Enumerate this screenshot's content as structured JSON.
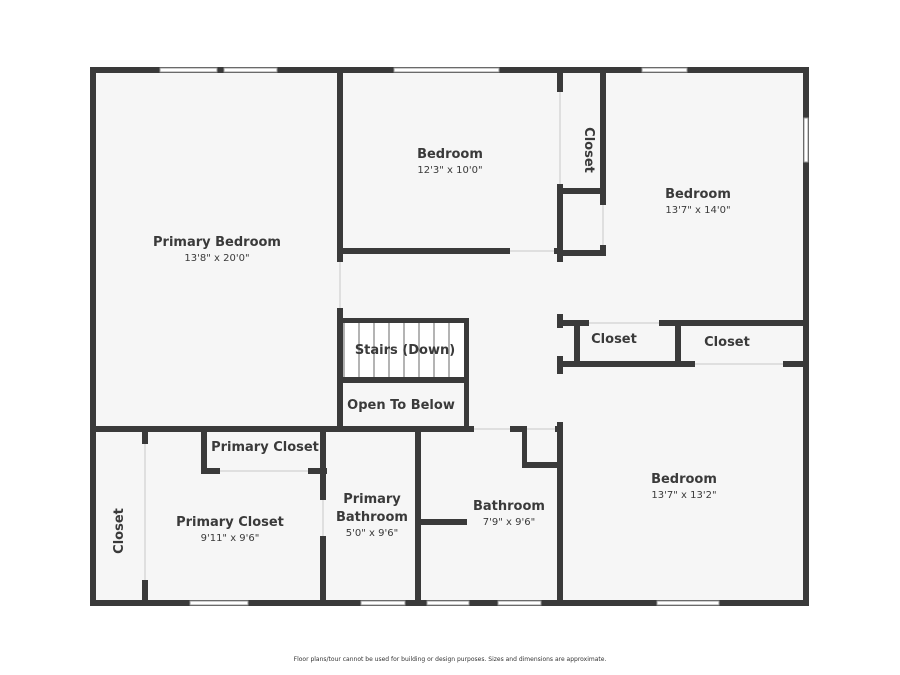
{
  "colors": {
    "wall": "#3a3a3a",
    "floor": "#f6f6f6",
    "window": "#ffffff",
    "background": "#ffffff"
  },
  "rooms": {
    "primary_bedroom": {
      "name": "Primary Bedroom",
      "dims": "13'8\" x 20'0\""
    },
    "bedroom_top": {
      "name": "Bedroom",
      "dims": "12'3\" x 10'0\""
    },
    "closet_top": {
      "name": "Closet"
    },
    "bedroom_right": {
      "name": "Bedroom",
      "dims": "13'7\" x 14'0\""
    },
    "stairs": {
      "name": "Stairs (Down)"
    },
    "open_below": {
      "name": "Open To Below"
    },
    "closet_mid_left": {
      "name": "Closet"
    },
    "closet_mid_right": {
      "name": "Closet"
    },
    "primary_closet_small": {
      "name": "Primary Closet"
    },
    "primary_closet": {
      "name": "Primary Closet",
      "dims": "9'11\" x 9'6\""
    },
    "closet_left": {
      "name": "Closet"
    },
    "primary_bathroom": {
      "name_line1": "Primary",
      "name_line2": "Bathroom",
      "dims": "5'0\" x 9'6\""
    },
    "bathroom": {
      "name": "Bathroom",
      "dims": "7'9\" x 9'6\""
    },
    "bedroom_bottom": {
      "name": "Bedroom",
      "dims": "13'7\" x 13'2\""
    }
  },
  "footer": {
    "disclaimer": "Floor plans/tour cannot be used for building or design purposes. Sizes and dimensions are approximate."
  }
}
